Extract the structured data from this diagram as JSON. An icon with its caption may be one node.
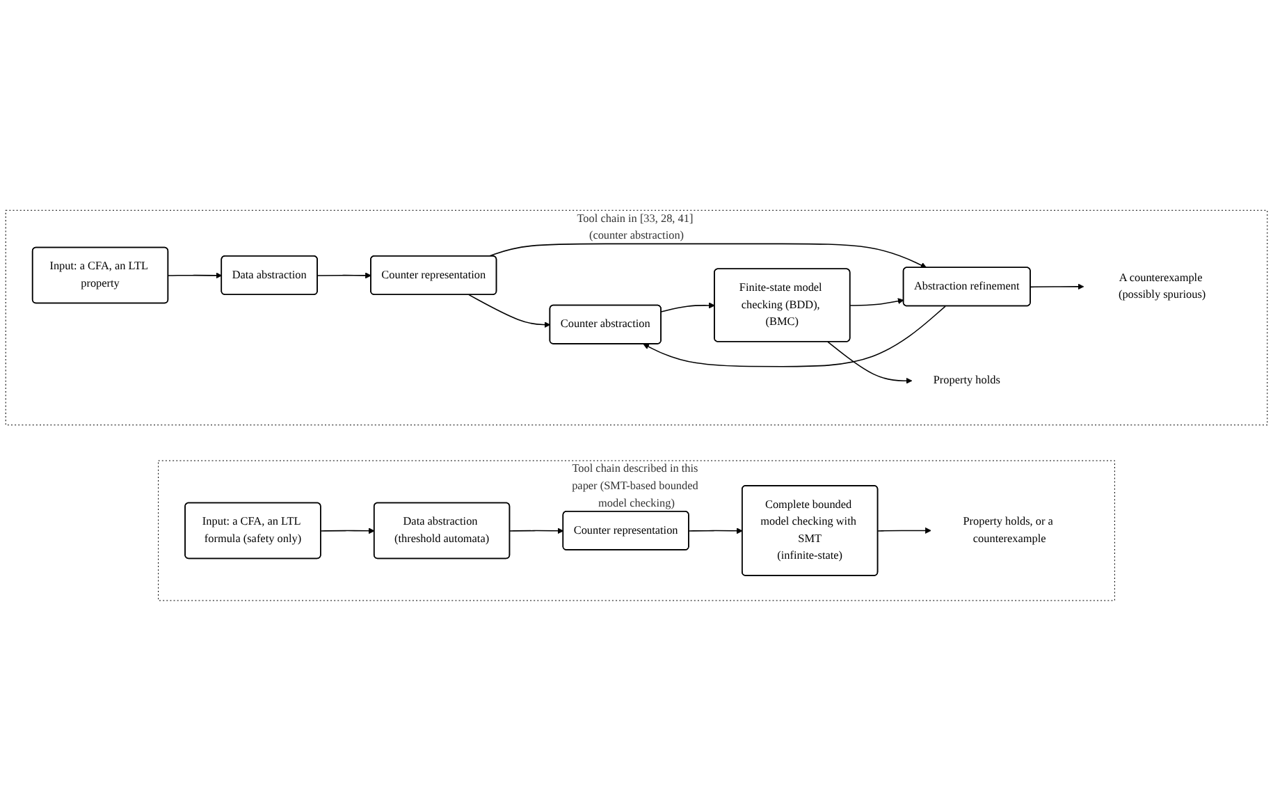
{
  "diagram": {
    "nodes": [
      {
        "text": [
          "Tool chain in [33, 28, 41] (counter abstraction)"
        ]
      },
      {
        "text": [
          "Input: a CFA, an LTL property"
        ],
        "in": 0
      },
      {
        "text": [
          "Data abstraction"
        ],
        "in": 0
      },
      {
        "text": [
          "Counter representation"
        ],
        "in": 0
      },
      {
        "text": [
          "Counter abstraction"
        ],
        "in": 0
      },
      {
        "text": [
          "Finite-state model checking (BDD), (BMC)"
        ],
        "in": 0
      },
      {
        "text": [
          "Abstraction refinement"
        ],
        "in": 0
      },
      {
        "text": [
          "A counterexample (possibly spurious)"
        ],
        "in": 0
      },
      {
        "text": [
          "Property holds"
        ],
        "in": 0
      },
      {
        "text": [
          "Tool chain described in this paper (SMT-based bounded model checking)"
        ]
      },
      {
        "text": [
          "Input: a CFA, an LTL formula (safety only)"
        ],
        "in": 9
      },
      {
        "text": [
          "Data abstraction (threshold automata)"
        ],
        "in": 9
      },
      {
        "text": [
          "Counter representation"
        ],
        "in": 9
      },
      {
        "text": [
          "Complete bounded model checking with SMT",
          "(infinite-state)"
        ],
        "in": 9
      },
      {
        "text": [
          "Property holds, or a counterexample"
        ],
        "in": 9
      }
    ],
    "edges": [
      {
        "from": 1,
        "to": 2,
        "arrow": "to"
      },
      {
        "from": 2,
        "to": 3,
        "arrow": "to"
      },
      {
        "from": 3,
        "to": 4,
        "arrow": "to"
      },
      {
        "from": 3,
        "to": 6,
        "arrow": "to"
      },
      {
        "from": 6,
        "to": 4,
        "arrow": "to"
      },
      {
        "from": 4,
        "to": 5,
        "arrow": "to"
      },
      {
        "from": 5,
        "to": 6,
        "arrow": "to"
      },
      {
        "from": 6,
        "to": 7,
        "arrow": "to"
      },
      {
        "from": 5,
        "to": 8,
        "arrow": "to"
      },
      {
        "from": 10,
        "to": 11,
        "arrow": "to"
      },
      {
        "from": 11,
        "to": 12,
        "arrow": "to"
      },
      {
        "from": 12,
        "to": 13,
        "arrow": "to"
      },
      {
        "from": 13,
        "to": 14,
        "arrow": "to"
      }
    ]
  }
}
